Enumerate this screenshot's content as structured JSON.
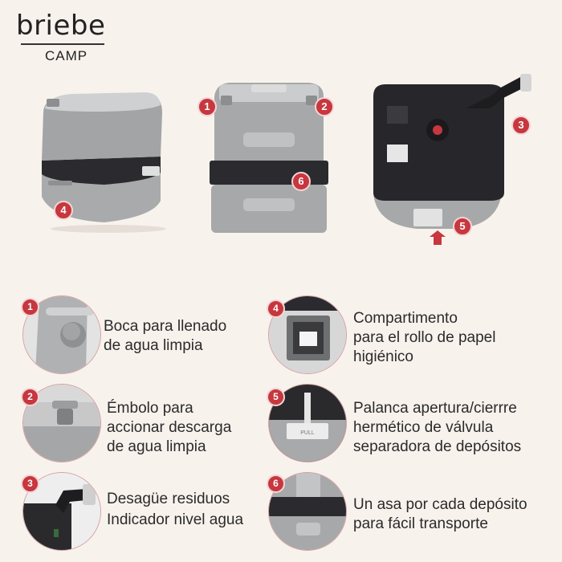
{
  "brand": {
    "name": "briebe",
    "sub": "CAMP"
  },
  "hero_badges": [
    "1",
    "2",
    "3",
    "4",
    "5",
    "6"
  ],
  "features": [
    {
      "num": "1",
      "lines": [
        "Boca para llenado",
        "de agua limpia"
      ]
    },
    {
      "num": "2",
      "lines": [
        "Émbolo para",
        "accionar descarga",
        "de agua limpia"
      ]
    },
    {
      "num": "3",
      "lines": [
        "Desagüe residuos",
        "Indicador nivel agua"
      ]
    },
    {
      "num": "4",
      "lines": [
        "Compartimento",
        "para el rollo de papel",
        "higiénico"
      ]
    },
    {
      "num": "5",
      "lines": [
        "Palanca apertura/cierrre",
        "hermético de válvula",
        "separadora de depósitos"
      ]
    },
    {
      "num": "6",
      "lines": [
        "Un asa por cada depósito",
        "para fácil transporte"
      ]
    }
  ],
  "bottom_label": "PULL",
  "colors": {
    "accent": "#c7373e",
    "background": "#f8f2ed",
    "body_gray": "#a7a8a9",
    "band_dark": "#2b2b2f"
  }
}
